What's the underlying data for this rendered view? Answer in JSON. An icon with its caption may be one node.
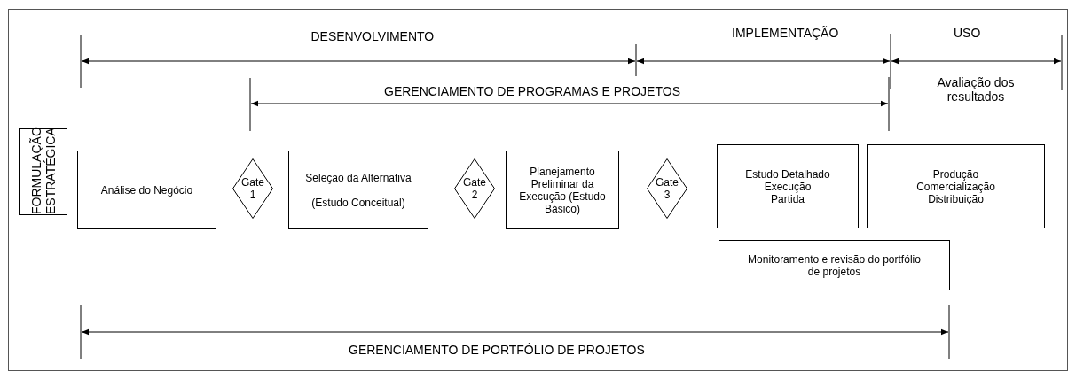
{
  "diagram": {
    "nodes": [
      {
        "text": [
          "FORMULAÇÃO ESTRATÉGICA"
        ]
      },
      {
        "text": [
          "Análise do Negócio"
        ]
      },
      {
        "text": [
          "Gate 1"
        ]
      },
      {
        "text": [
          "Seleção da Alternativa",
          "(Estudo  Conceitual)"
        ]
      },
      {
        "text": [
          "Gate 2"
        ]
      },
      {
        "text": [
          "Planejamento Preliminar da Execução (Estudo Básico)"
        ]
      },
      {
        "text": [
          "Gate 3"
        ]
      },
      {
        "text": [
          "Estudo Detalhado",
          "Execução",
          "Partida"
        ]
      },
      {
        "text": [
          "Produção",
          "Comercialização",
          "Distribuição"
        ]
      },
      {
        "text": [
          "Monitoramento e revisão do portfólio de projetos"
        ]
      }
    ],
    "edges": [],
    "labels": [
      "DESENVOLVIMENTO",
      "IMPLEMENTAÇÃO",
      "USO",
      "Avaliação dos resultados",
      "GERENCIAMENTO DE PROGRAMAS E PROJETOS",
      "GERENCIAMENTO DE PORTFÓLIO DE PROJETOS"
    ]
  }
}
